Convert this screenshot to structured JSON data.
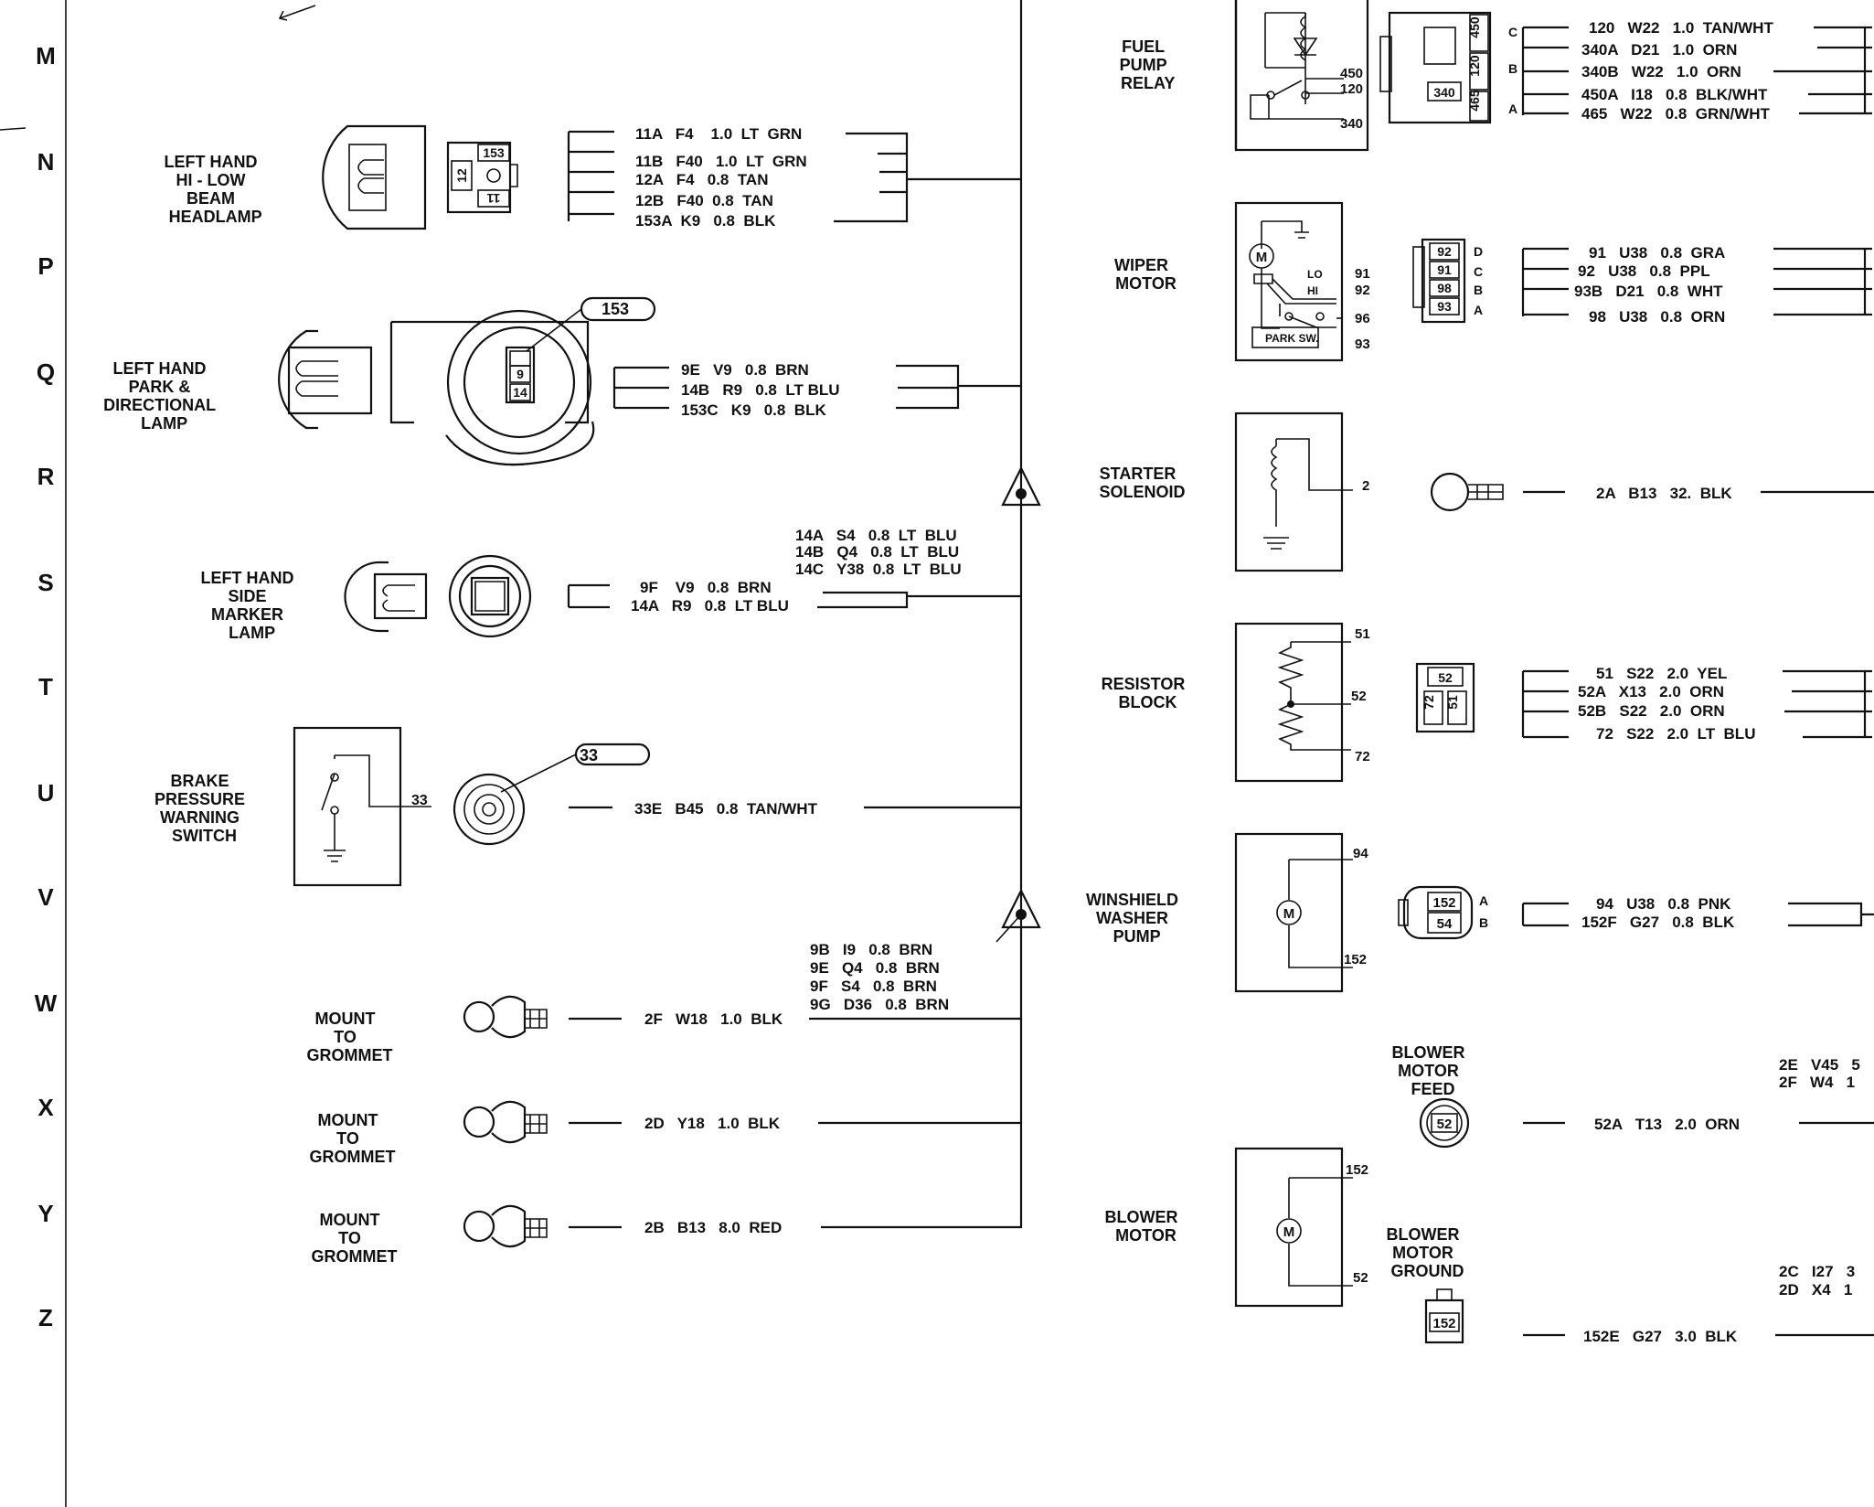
{
  "grid_rows": [
    "M",
    "N",
    "P",
    "Q",
    "R",
    "S",
    "T",
    "U",
    "V",
    "W",
    "X",
    "Y",
    "Z"
  ],
  "left_components": [
    {
      "label": [
        "LEFT HAND",
        "HI - LOW",
        "BEAM",
        "HEADLAMP"
      ],
      "pins": [
        "153",
        "12",
        "11"
      ],
      "wires": [
        "11A   F4    1.0  LT  GRN",
        "11B   F40   1.0  LT  GRN",
        "12A   F4   0.8  TAN",
        "12B   F40  0.8  TAN",
        "153A  K9   0.8  BLK"
      ]
    },
    {
      "label": [
        "LEFT HAND",
        "PARK &",
        "DIRECTIONAL",
        "LAMP"
      ],
      "pins": [
        "153",
        "9",
        "14"
      ],
      "wires": [
        "9E   V9   0.8  BRN",
        "14B   R9   0.8  LT BLU",
        "153C   K9   0.8  BLK"
      ]
    },
    {
      "label": [
        "LEFT HAND",
        "SIDE",
        "MARKER",
        "LAMP"
      ],
      "wires": [
        "9F    V9   0.8  BRN",
        "14A   R9   0.8  LT BLU"
      ]
    },
    {
      "label": [
        "BRAKE",
        "PRESSURE",
        "WARNING",
        "SWITCH"
      ],
      "pins": [
        "33",
        "33"
      ],
      "wires": [
        "33E   B45   0.8  TAN/WHT"
      ]
    },
    {
      "label": [
        "MOUNT",
        "TO",
        "GROMMET"
      ],
      "wires": [
        "2F   W18   1.0  BLK"
      ]
    },
    {
      "label": [
        "MOUNT",
        "TO",
        "GROMMET"
      ],
      "wires": [
        "2D   Y18   1.0  BLK"
      ]
    },
    {
      "label": [
        "MOUNT",
        "TO",
        "GROMMET"
      ],
      "wires": [
        "2B   B13   8.0  RED"
      ]
    }
  ],
  "splice_labels": [
    [
      "14A   S4   0.8  LT  BLU",
      "14B   Q4   0.8  LT  BLU",
      "14C   Y38  0.8  LT  BLU"
    ],
    [
      "9B   I9   0.8  BRN",
      "9E   Q4   0.8  BRN",
      "9F   S4   0.8  BRN",
      "9G   D36   0.8  BRN"
    ]
  ],
  "right_components": [
    {
      "label": [
        "FUEL",
        "PUMP",
        "RELAY"
      ],
      "pins": [
        "450",
        "120",
        "340",
        "450",
        "120",
        "340",
        "465"
      ],
      "pin_letters": [
        "C",
        "B",
        "A"
      ],
      "wires": [
        "120   W22   1.0  TAN/WHT",
        "340A   D21   1.0  ORN",
        "340B   W22   1.0  ORN",
        "450A   I18   0.8  BLK/WHT",
        "465   W22   0.8  GRN/WHT"
      ]
    },
    {
      "label": [
        "WIPER",
        "MOTOR"
      ],
      "pins": [
        "91",
        "92",
        "96",
        "93",
        "92",
        "91",
        "98",
        "93"
      ],
      "switch_labels": [
        "LO",
        "HI",
        "PARK SW."
      ],
      "pin_letters": [
        "D",
        "C",
        "B",
        "A"
      ],
      "wires": [
        "91   U38   0.8  GRA",
        "92   U38   0.8  PPL",
        "93B   D21   0.8  WHT",
        "98   U38   0.8  ORN"
      ]
    },
    {
      "label": [
        "STARTER",
        "SOLENOID"
      ],
      "pins": [
        "2"
      ],
      "wires": [
        "2A   B13   32.  BLK"
      ]
    },
    {
      "label": [
        "RESISTOR",
        "BLOCK"
      ],
      "pins": [
        "51",
        "52",
        "72",
        "52",
        "72",
        "51"
      ],
      "wires": [
        "51   S22   2.0  YEL",
        "52A   X13   2.0  ORN",
        "52B   S22   2.0  ORN",
        "72   S22   2.0  LT  BLU"
      ]
    },
    {
      "label": [
        "WINSHIELD",
        "WASHER",
        "PUMP"
      ],
      "pins": [
        "94",
        "152",
        "152",
        "54"
      ],
      "pin_letters": [
        "A",
        "B"
      ],
      "wires": [
        "94   U38   0.8  PNK",
        "152F   G27   0.8  BLK"
      ]
    },
    {
      "label": [
        "BLOWER",
        "MOTOR",
        "FEED"
      ],
      "pins": [
        "52"
      ],
      "wires": [
        "52A   T13   2.0  ORN"
      ],
      "partial": [
        "2E   V45   5",
        "2F   W4   1"
      ]
    },
    {
      "label": [
        "BLOWER",
        "MOTOR"
      ],
      "pins": [
        "152",
        "52"
      ]
    },
    {
      "label": [
        "BLOWER",
        "MOTOR",
        "GROUND"
      ],
      "pins": [
        "152"
      ],
      "wires": [
        "152E   G27   3.0  BLK"
      ],
      "partial": [
        "2C   I27   3",
        "2D   X4   1"
      ]
    }
  ],
  "motor_symbol": "M"
}
